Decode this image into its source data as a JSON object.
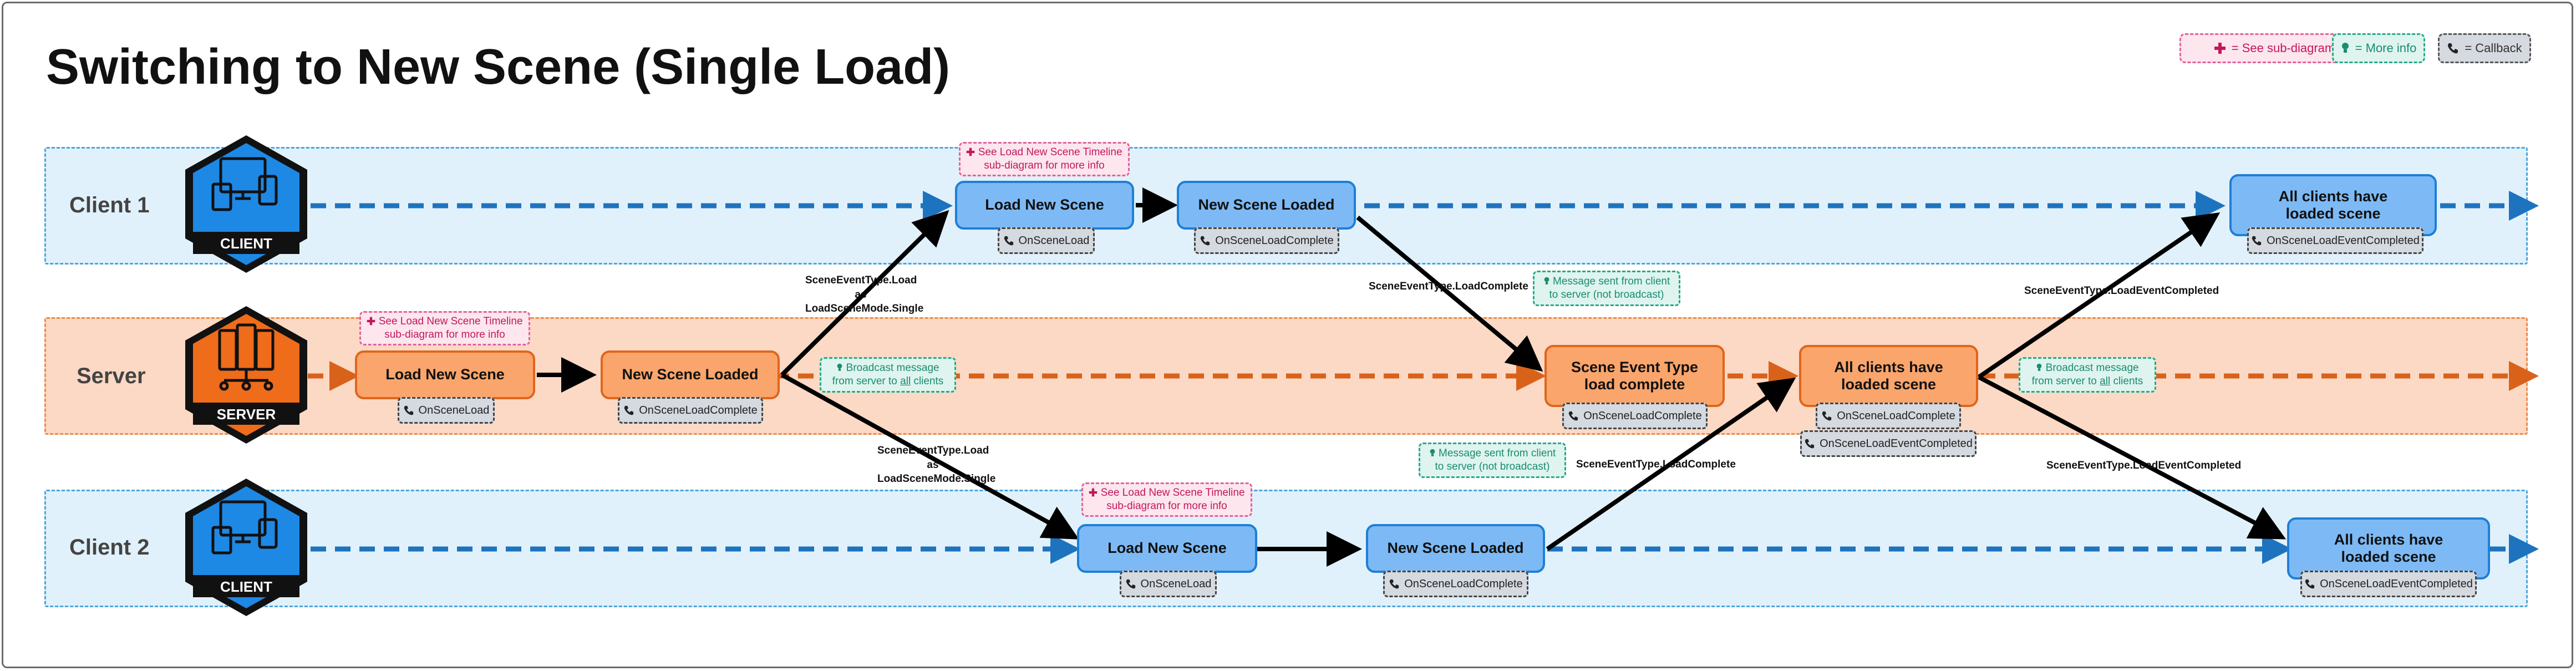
{
  "title": "Switching to New Scene (Single Load)",
  "legend": {
    "sub_diagram": "= See sub-diagram",
    "more_info": "= More info",
    "callback": "= Callback"
  },
  "lanes": {
    "client1": "Client 1",
    "server": "Server",
    "client2": "Client 2"
  },
  "icons": {
    "client1_badge": "CLIENT",
    "server_badge": "SERVER",
    "client2_badge": "CLIENT"
  },
  "nodes": {
    "c1_load": "Load New Scene",
    "c1_loaded": "New Scene Loaded",
    "c1_all": "All clients have loaded scene",
    "sv_load": "Load New Scene",
    "sv_loaded": "New Scene Loaded",
    "sv_event": "Scene Event Type load complete",
    "sv_all": "All clients have loaded scene",
    "c2_load": "Load New Scene",
    "c2_loaded": "New Scene Loaded",
    "c2_all": "All clients have loaded scene"
  },
  "callbacks": {
    "c1_load": "OnSceneLoad",
    "c1_loaded": "OnSceneLoadComplete",
    "c1_all": "OnSceneLoadEventCompleted",
    "sv_load": "OnSceneLoad",
    "sv_loaded": "OnSceneLoadComplete",
    "sv_event": "OnSceneLoadComplete",
    "sv_all_1": "OnSceneLoadComplete",
    "sv_all_2": "OnSceneLoadEventCompleted",
    "c2_load": "OnSceneLoad",
    "c2_loaded": "OnSceneLoadComplete",
    "c2_all": "OnSceneLoadEventCompleted"
  },
  "notes": {
    "sub_c1": "See Load New Scene Timeline sub-diagram for more info",
    "sub_sv": "See Load New Scene Timeline sub-diagram for more info",
    "sub_c2": "See Load New Scene Timeline sub-diagram for more info",
    "info_broadcast_1_pre": "Broadcast message from server to ",
    "info_broadcast_1_u": "all",
    "info_broadcast_1_post": " clients",
    "info_c1_msg": "Message sent from client to server (not broadcast)",
    "info_c2_msg": "Message sent from client to server (not broadcast)",
    "info_broadcast_2_pre": "Broadcast message from server to ",
    "info_broadcast_2_u": "all",
    "info_broadcast_2_post": " clients"
  },
  "edge_labels": {
    "load_c1": "SceneEventType.Load as LoadSceneMode.Single",
    "load_c2": "SceneEventType.Load as LoadSceneMode.Single",
    "complete_c1": "SceneEventType.LoadComplete",
    "complete_c2": "SceneEventType.LoadComplete",
    "evt_c1": "SceneEventType.LoadEventCompleted",
    "evt_c2": "SceneEventType.LoadEventCompleted"
  },
  "colors": {
    "client_blue": "#1e88e5",
    "server_orange": "#ef6c1a",
    "dashed_blue": "#1e73be",
    "dashed_orange": "#d9621b"
  }
}
